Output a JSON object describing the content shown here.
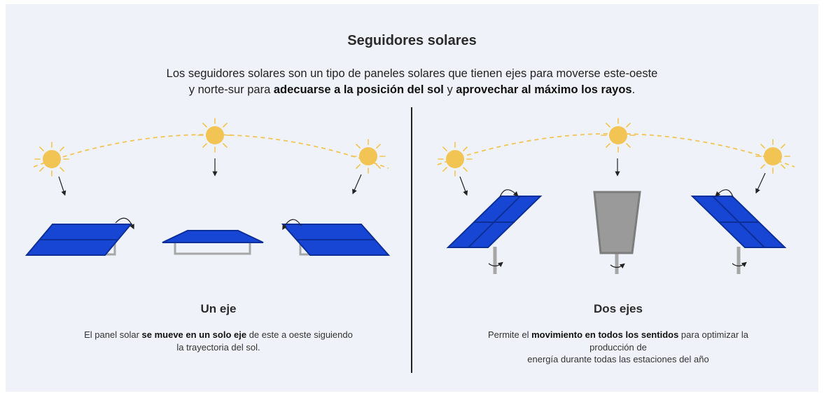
{
  "title": "Seguidores solares",
  "intro": {
    "line1": "Los seguidores solares son un tipo de paneles solares que tienen ejes para moverse este-oeste",
    "line2_a": "y norte-sur para ",
    "line2_b": "adecuarse a la posición del sol",
    "line2_c": " y ",
    "line2_d": "aprovechar al máximo los rayos",
    "line2_e": "."
  },
  "left": {
    "title": "Un eje",
    "desc_a": "El panel solar ",
    "desc_b": "se mueve en un solo eje",
    "desc_c": " de este a oeste siguiendo",
    "desc_d": "la trayectoria del sol."
  },
  "right": {
    "title": "Dos ejes",
    "desc_a": "Permite el ",
    "desc_b": "movimiento en todos los sentidos",
    "desc_c": " para optimizar la producción de",
    "desc_d": "energía durante todas las estaciones del año"
  },
  "colors": {
    "panel_blue": "#1746d4",
    "panel_line": "#0d2f9a",
    "sun": "#f2c454",
    "frame_gray": "#a7a7a7",
    "background": "#eff2f8"
  }
}
